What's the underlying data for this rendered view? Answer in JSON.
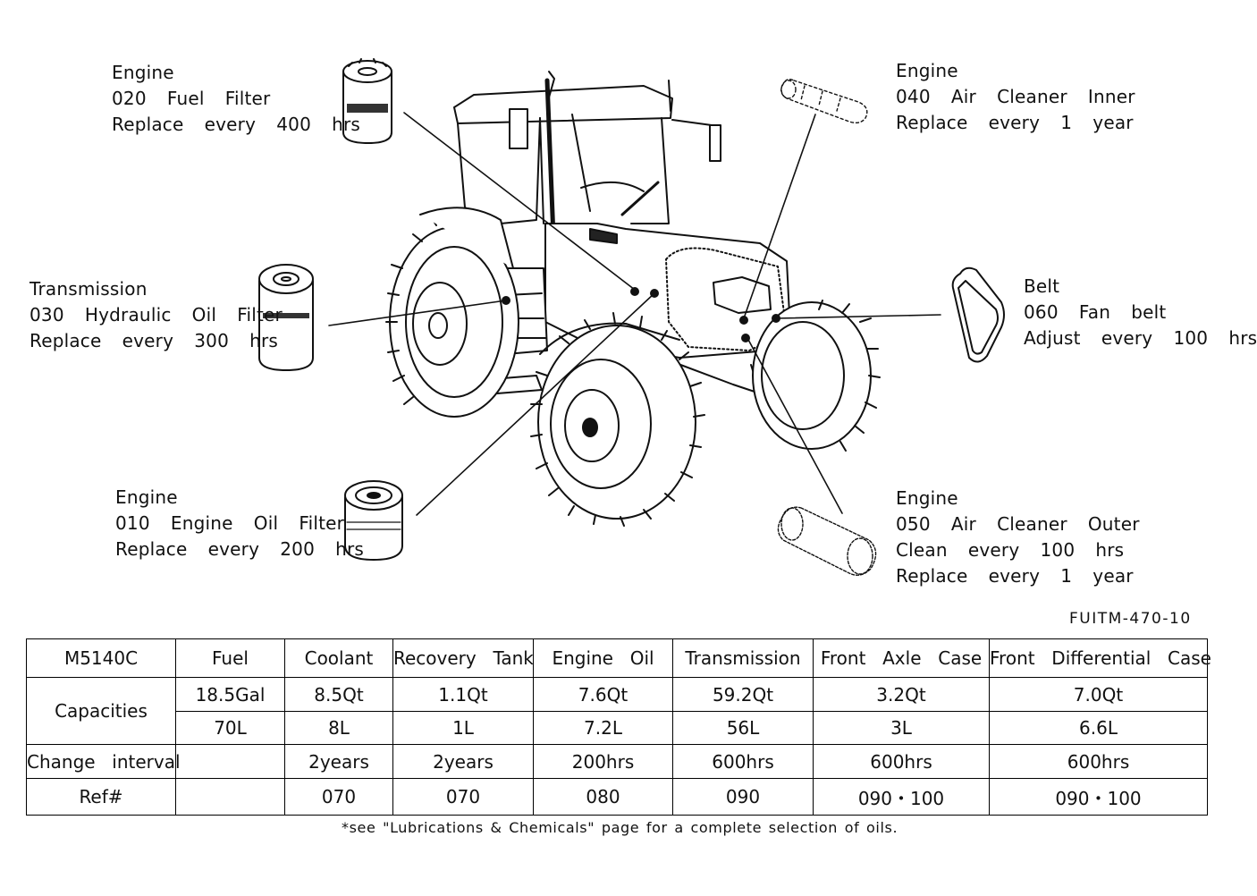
{
  "callouts": {
    "fuel_filter": {
      "category": "Engine",
      "part": "020  Fuel  Filter",
      "action": "Replace  every  400  hrs"
    },
    "air_cleaner_inner": {
      "category": "Engine",
      "part": "040  Air  Cleaner  Inner",
      "action": "Replace  every  1  year"
    },
    "hydraulic_filter": {
      "category": "Transmission",
      "part": "030  Hydraulic  Oil  Filter",
      "action": "Replace  every  300  hrs"
    },
    "fan_belt": {
      "category": "Belt",
      "part": "060  Fan  belt",
      "action": "Adjust  every  100  hrs"
    },
    "oil_filter": {
      "category": "Engine",
      "part": "010  Engine  Oil  Filter",
      "action": "Replace  every  200  hrs"
    },
    "air_cleaner_outer": {
      "category": "Engine",
      "part": "050  Air  Cleaner  Outer",
      "action": "Clean  every  100  hrs",
      "action2": "Replace  every  1  year"
    }
  },
  "doc_code": "FUITM-470-10",
  "table": {
    "model": "M5140C",
    "columns": [
      "Fuel",
      "Coolant",
      "Recovery  Tank",
      "Engine  Oil",
      "Transmission",
      "Front  Axle  Case",
      "Front  Differential  Case"
    ],
    "capacities_label": "Capacities",
    "capacities_us": [
      "18.5Gal",
      "8.5Qt",
      "1.1Qt",
      "7.6Qt",
      "59.2Qt",
      "3.2Qt",
      "7.0Qt"
    ],
    "capacities_metric": [
      "70L",
      "8L",
      "1L",
      "7.2L",
      "56L",
      "3L",
      "6.6L"
    ],
    "interval_label": "Change  interval",
    "intervals": [
      "",
      "2years",
      "2years",
      "200hrs",
      "600hrs",
      "600hrs",
      "600hrs"
    ],
    "ref_label": "Ref#",
    "refs": [
      "",
      "070",
      "070",
      "080",
      "090",
      "090・100",
      "090・100"
    ]
  },
  "footnote": "*see \"Lubrications & Chemicals\" page for a complete selection of oils."
}
